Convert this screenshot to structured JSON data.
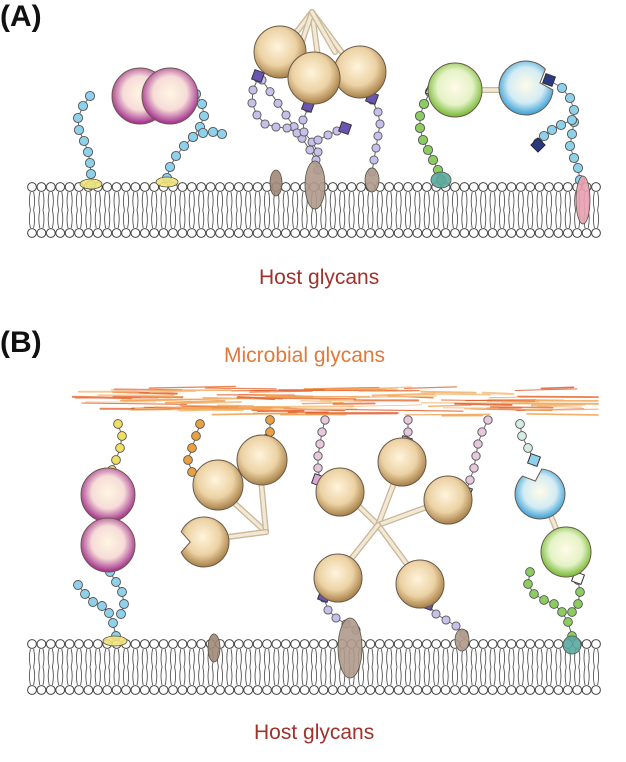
{
  "panel_a": {
    "label": "(A)",
    "caption": "Host glycans"
  },
  "panel_b": {
    "label": "(B)",
    "top_caption": "Microbial glycans",
    "caption": "Host glycans"
  },
  "colors": {
    "host_text": "#a0322a",
    "microbial_text": "#e07a3a",
    "membrane_line": "#555555",
    "lectin_magenta": "#a02a8a",
    "lectin_tan": "#c9a468",
    "lectin_green": "#88c23f",
    "lectin_blue": "#4aa8d8",
    "glycan_lightblue": "#8fd0ea",
    "glycan_purple": "#6a55b0",
    "glycan_green": "#8ccc60",
    "glycan_pink": "#e0a8c8",
    "glycan_orange": "#e8a040",
    "glycan_yellow": "#f0e060"
  }
}
